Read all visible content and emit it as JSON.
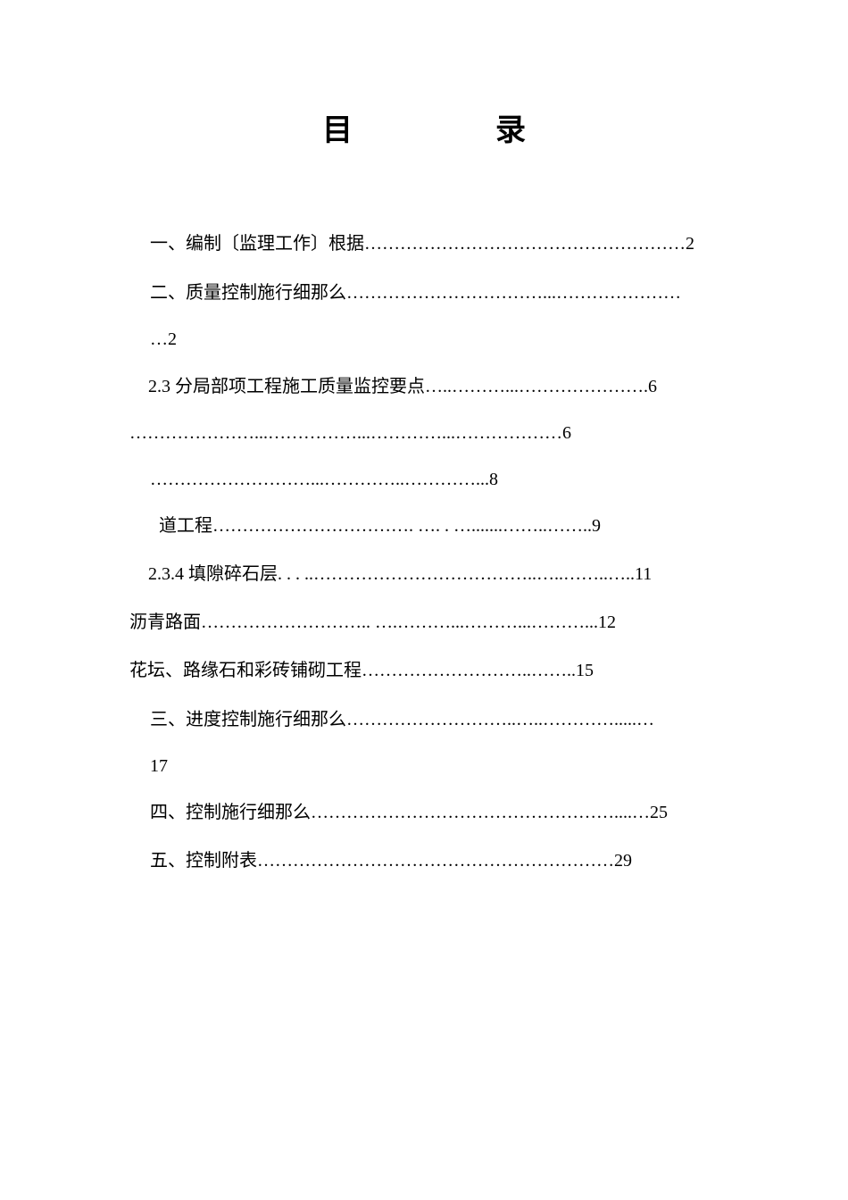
{
  "title": {
    "char1": "目",
    "char2": "录"
  },
  "toc": [
    "一、编制〔监理工作〕根据………………………………………………2",
    "二、质量控制施行细那么……………………………...…………………",
    "…2",
    "2.3  分局部项工程施工质量监控要点…..………...………………….6",
    "…………………...……………...…………...………………6",
    "………………………...…………..…………...8",
    "道工程……………………………. …. . ….......……..……..9",
    "2.3.4  填隙碎石层. . . ..………………………………..…..……..…..11",
    "沥青路面……………………….. ….………...………...………...12",
    "花坛、路缘石和彩砖铺砌工程………………………..……..15",
    "三、进度控制施行细那么………………………..…..………….....…",
    "17",
    "四、控制施行细那么……………………………………………....…25",
    "五、控制附表……………………………………………………29"
  ]
}
